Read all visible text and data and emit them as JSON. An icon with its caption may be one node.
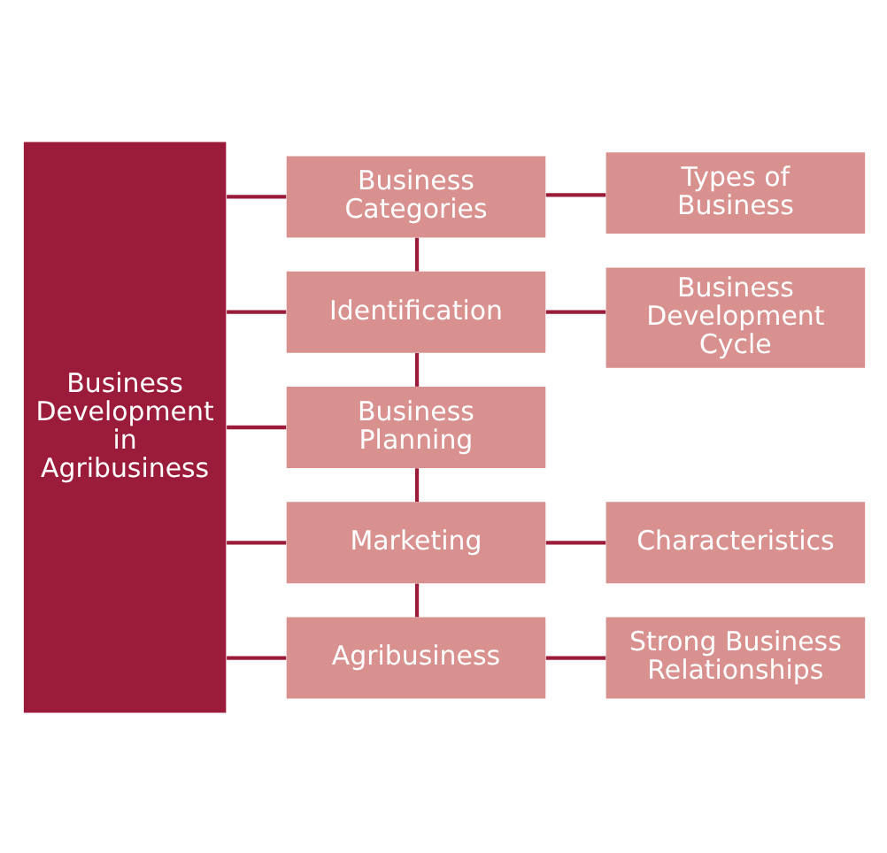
{
  "diagram": {
    "nodes": [
      {
        "text": [
          "Business Development in Agribusiness"
        ]
      },
      {
        "text": [
          "Business Categories"
        ]
      },
      {
        "text": [
          "Types of Business"
        ]
      },
      {
        "text": [
          "Identification"
        ]
      },
      {
        "text": [
          "Business Development Cycle"
        ]
      },
      {
        "text": [
          "Business Planning"
        ]
      },
      {
        "text": [
          "Marketing"
        ]
      },
      {
        "text": [
          "Characteristics"
        ]
      },
      {
        "text": [
          "Agribusiness"
        ]
      },
      {
        "text": [
          "Strong Business Relationships"
        ]
      }
    ],
    "edges": [
      {
        "from": 0,
        "to": 1,
        "arrow": "none"
      },
      {
        "from": 0,
        "to": 3,
        "arrow": "none"
      },
      {
        "from": 0,
        "to": 5,
        "arrow": "none"
      },
      {
        "from": 0,
        "to": 6,
        "arrow": "none"
      },
      {
        "from": 0,
        "to": 8,
        "arrow": "none"
      },
      {
        "from": 1,
        "to": 2,
        "arrow": "none"
      },
      {
        "from": 3,
        "to": 4,
        "arrow": "none"
      },
      {
        "from": 6,
        "to": 7,
        "arrow": "none"
      },
      {
        "from": 8,
        "to": 9,
        "arrow": "none"
      },
      {
        "from": 1,
        "to": 3,
        "arrow": "none"
      },
      {
        "from": 3,
        "to": 5,
        "arrow": "none"
      },
      {
        "from": 5,
        "to": 6,
        "arrow": "none"
      },
      {
        "from": 6,
        "to": 8,
        "arrow": "none"
      }
    ]
  }
}
